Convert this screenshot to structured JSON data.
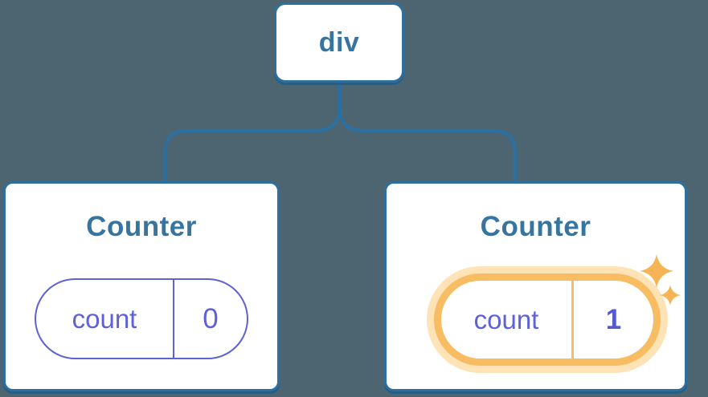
{
  "diagram": {
    "description": "React component tree: a div root element with two Counter component children; the second Counter's state was updated (highlighted with sparkles).",
    "root": {
      "label": "div"
    },
    "children": [
      {
        "title": "Counter",
        "state": {
          "key": "count",
          "value": "0"
        },
        "highlighted": false
      },
      {
        "title": "Counter",
        "state": {
          "key": "count",
          "value": "1"
        },
        "highlighted": true
      }
    ]
  },
  "colors": {
    "background": "#4d6570",
    "node_border": "#2d6f9f",
    "node_text": "#36759f",
    "connector_line": "#2d6f9f",
    "card_background": "#ffffff",
    "state_purple": "#5f61d6",
    "state_value_bold": "#555ad0",
    "highlight_ring": "#f8bd62",
    "highlight_glow": "#fde3b6",
    "sparkle": "#f6b455"
  },
  "icons": {
    "sparkles": "two four-point stars marking updated state"
  }
}
